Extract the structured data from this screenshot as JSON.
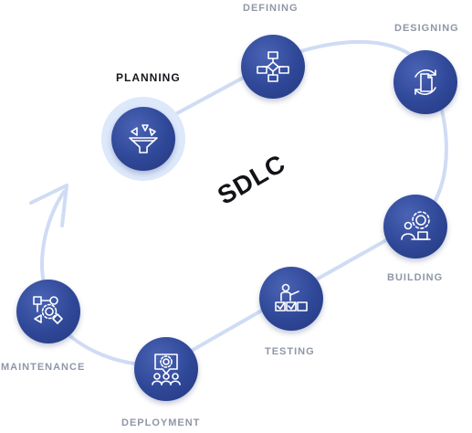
{
  "diagram": {
    "center_label": "SDLC",
    "accent_color": "#2f4797",
    "ring_color": "#cfdcf4",
    "highlight_color": "#dde8fb",
    "stages": [
      {
        "label": "PLANNING",
        "icon": "funnel-icon",
        "active": true
      },
      {
        "label": "DEFINING",
        "icon": "flowchart-icon",
        "active": false
      },
      {
        "label": "DESIGNING",
        "icon": "document-cycle-icon",
        "active": false
      },
      {
        "label": "BUILDING",
        "icon": "gear-person-icon",
        "active": false
      },
      {
        "label": "TESTING",
        "icon": "checklist-person-icon",
        "active": false
      },
      {
        "label": "DEPLOYMENT",
        "icon": "team-gear-icon",
        "active": false
      },
      {
        "label": "MAINTENANCE",
        "icon": "maintenance-flow-icon",
        "active": false
      }
    ]
  }
}
